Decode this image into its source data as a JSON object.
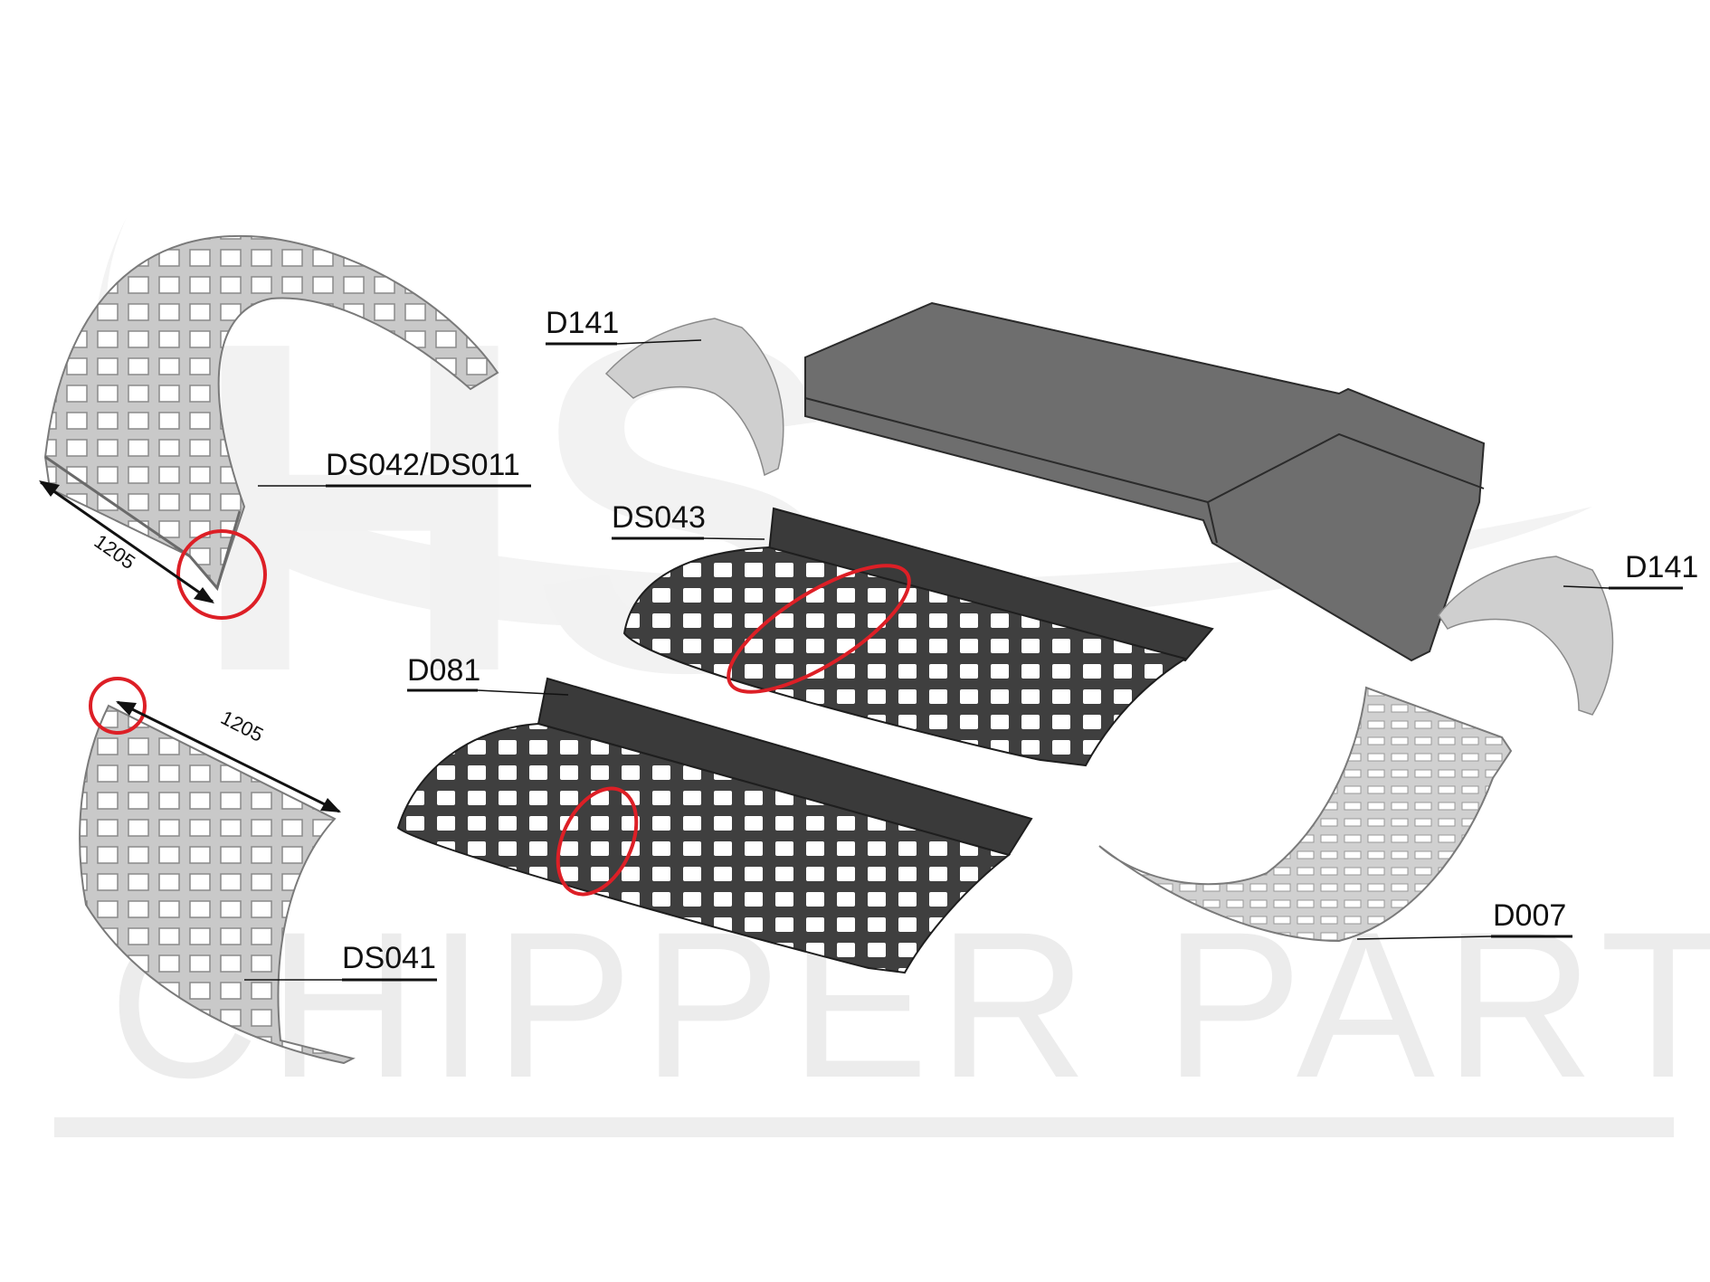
{
  "watermark": {
    "logo_letters": "HS",
    "brand_text": "CHIPPER PARTS"
  },
  "labels": {
    "ds042": "DS042/DS011",
    "d141_left": "D141",
    "d141_right": "D141",
    "ds043": "DS043",
    "d081": "D081",
    "ds041": "DS041",
    "d007": "D007"
  },
  "dimensions": {
    "top_left": "1205",
    "bottom_left": "1205"
  },
  "colors": {
    "label_text": "#111111",
    "leader_line": "#111111",
    "highlight": "#dd1f26",
    "dark_part": "#4a4a4a",
    "light_part": "#d6d6d6",
    "watermark": "#ececec"
  }
}
